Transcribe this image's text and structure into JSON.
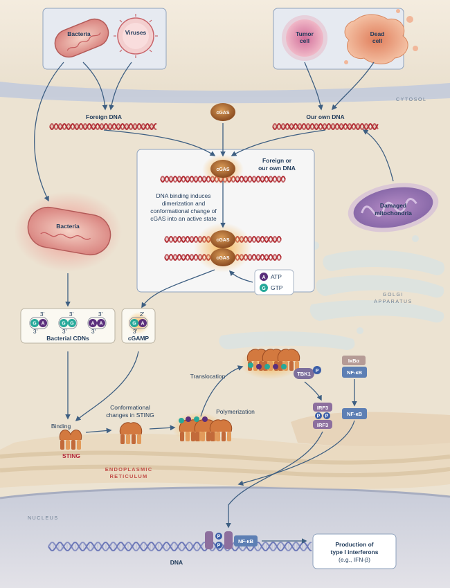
{
  "top_left_box": {
    "bacteria": "Bacteria",
    "viruses": "Viruses"
  },
  "top_right_box": {
    "tumor_line1": "Tumor",
    "tumor_line2": "cell",
    "dead_line1": "Dead",
    "dead_line2": "cell"
  },
  "compartments": {
    "cytosol": "CYTOSOL",
    "golgi_line1": "GOLGI",
    "golgi_line2": "APPARATUS",
    "er_line1": "ENDOPLASMIC",
    "er_line2": "RETICULUM",
    "nucleus": "NUCLEUS"
  },
  "dna_sources": {
    "foreign": "Foreign DNA",
    "own": "Our own DNA"
  },
  "cgas": {
    "label": "cGAS",
    "binding_title_line1": "Foreign or",
    "binding_title_line2": "our own DNA",
    "description_line1": "DNA binding induces",
    "description_line2": "dimerization and",
    "description_line3": "conformational change of",
    "description_line4": "cGAS into an active state",
    "atp_letter": "A",
    "atp": "ATP",
    "gtp_letter": "G",
    "gtp": "GTP"
  },
  "mitochondria": {
    "line1": "Damaged",
    "line2": "mitochondria"
  },
  "bacteria_cytosol": "Bacteria",
  "cdns": {
    "label": "Bacterial CDNs",
    "molecules": [
      {
        "left": "G",
        "right": "A",
        "top": "3'",
        "bottom": "3'"
      },
      {
        "left": "G",
        "right": "G",
        "top": "3'",
        "bottom": "3'"
      },
      {
        "left": "A",
        "right": "A",
        "top": "3'",
        "bottom": "3'"
      }
    ]
  },
  "cgamp": {
    "label": "cGAMP",
    "left": "G",
    "right": "A",
    "top": "2'",
    "bottom": "3'"
  },
  "sting_steps": {
    "binding": "Binding",
    "sting": "STING",
    "conformational_line1": "Conformational",
    "conformational_line2": "changes in STING",
    "polymerization": "Polymerization",
    "translocation": "Translocation"
  },
  "signaling": {
    "tbk1": "TBK1",
    "p": "P",
    "ikba": "IκBα",
    "nfkb": "NF-κB",
    "irf3": "IRF3"
  },
  "nucleus": {
    "dna": "DNA",
    "production_line1": "Production of",
    "production_line2": "type I interferons",
    "production_line3": "(e.g., IFN-β)"
  }
}
